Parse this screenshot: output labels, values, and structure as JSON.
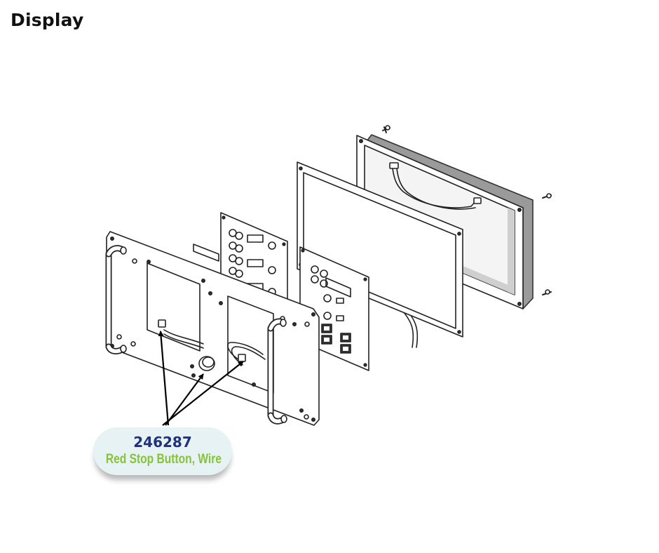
{
  "page": {
    "title": "Display"
  },
  "callout": {
    "part_number": "246287",
    "part_name": "Red Stop Button, Wire",
    "number_color": "#23307a",
    "name_color": "#86c33a",
    "background_color": "#e6f2f3"
  },
  "icons": {
    "leader_arrows": "arrow-icon"
  }
}
